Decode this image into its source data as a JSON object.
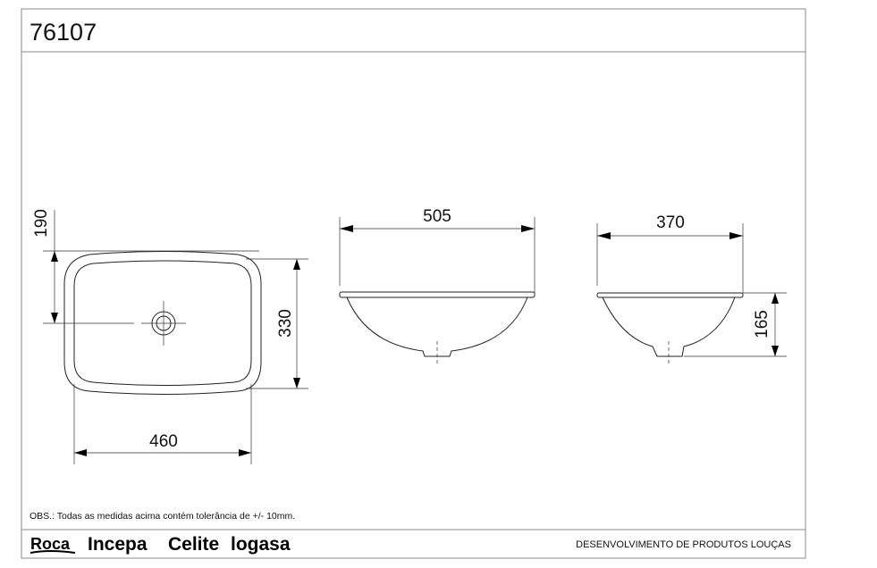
{
  "title": "76107",
  "dimensions": {
    "front_width": "505",
    "side_width": "370",
    "drain_offset": "190",
    "top_depth": "330",
    "top_width": "460",
    "height": "165"
  },
  "note": "OBS.: Todas as medidas acima contém tolerância de +/- 10mm.",
  "brands": [
    "Roca",
    "Incepa",
    "Celite",
    "logasa"
  ],
  "footer": "DESENVOLVIMENTO DE  PRODUTOS LOUÇAS"
}
